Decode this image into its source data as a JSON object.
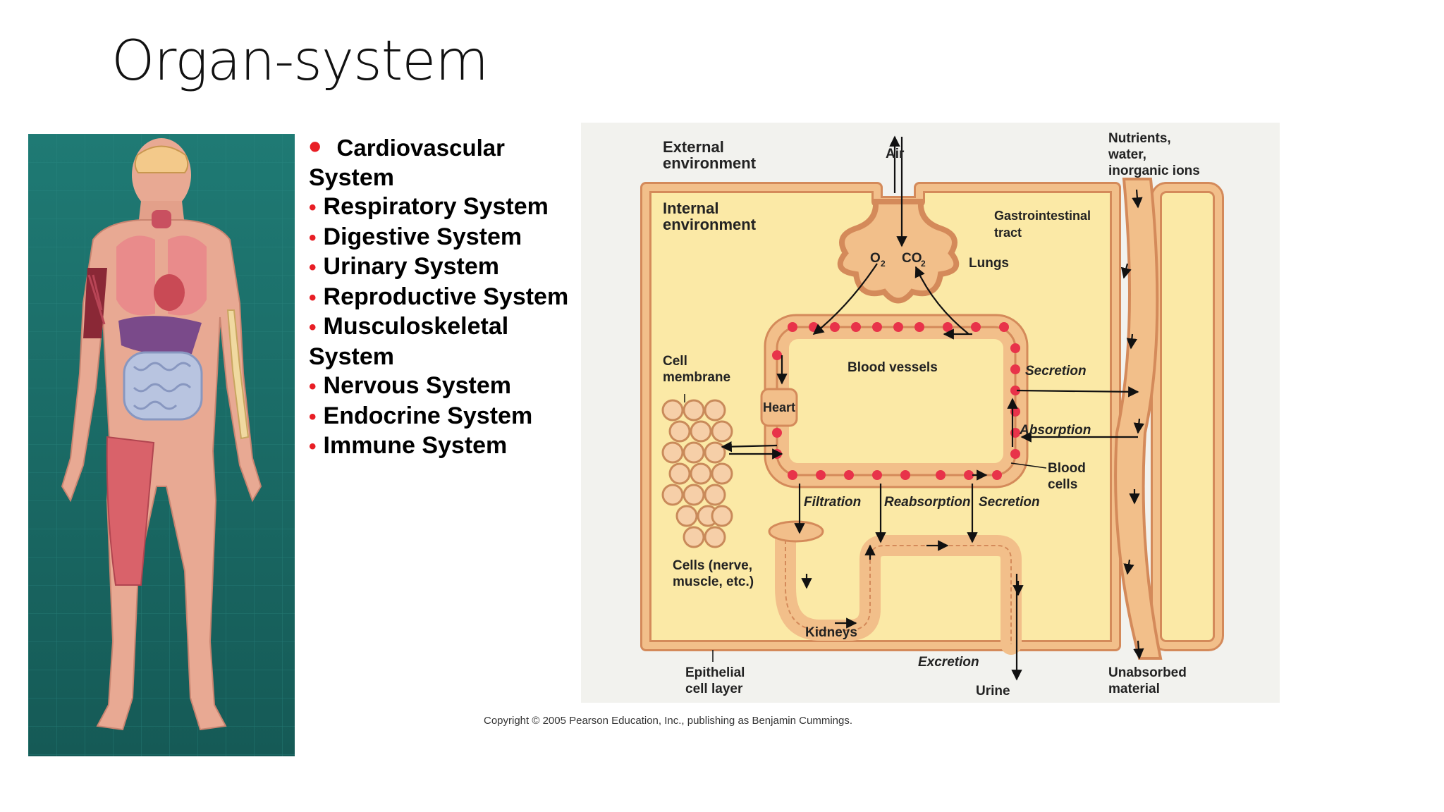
{
  "slide": {
    "title": "Organ-system"
  },
  "bullets": [
    {
      "label": "Cardiovascular",
      "label2": "System"
    },
    {
      "label": "Respiratory System"
    },
    {
      "label": "Digestive System"
    },
    {
      "label": "Urinary System"
    },
    {
      "label": "Reproductive System"
    },
    {
      "label": "Musculoskeletal",
      "label2": "System"
    },
    {
      "label": "Nervous System"
    },
    {
      "label": "Endocrine System"
    },
    {
      "label": "Immune System"
    }
  ],
  "diagram": {
    "external_env_1": "External",
    "external_env_2": "environment",
    "internal_env_1": "Internal",
    "internal_env_2": "environment",
    "air": "Air",
    "o2": "O",
    "o2_sub": "2",
    "co2": "CO",
    "co2_sub": "2",
    "lungs": "Lungs",
    "nutrients_1": "Nutrients,",
    "nutrients_2": "water,",
    "nutrients_3": "inorganic ions",
    "gi_1": "Gastrointestinal",
    "gi_2": "tract",
    "cell_membrane_1": "Cell",
    "cell_membrane_2": "membrane",
    "blood_vessels": "Blood vessels",
    "heart": "Heart",
    "secretion_top": "Secretion",
    "absorption": "Absorption",
    "blood_cells_1": "Blood",
    "blood_cells_2": "cells",
    "filtration": "Filtration",
    "reabsorption": "Reabsorption",
    "secretion_bottom": "Secretion",
    "cells_1": "Cells (nerve,",
    "cells_2": "muscle, etc.)",
    "kidneys": "Kidneys",
    "epithelial_1": "Epithelial",
    "epithelial_2": "cell layer",
    "excretion": "Excretion",
    "urine": "Urine",
    "unabsorbed_1": "Unabsorbed",
    "unabsorbed_2": "material"
  },
  "copyright": "Copyright © 2005 Pearson Education, Inc., publishing as Benjamin Cummings.",
  "colors": {
    "bullet_red": "#e81e25",
    "diagram_bg": "#f2f2ee",
    "internal_fill": "#fbe9a6",
    "tissue_orange": "#f2bf8a",
    "blood_red": "#e8334a",
    "anatomy_bg": "#1e6f6b"
  }
}
